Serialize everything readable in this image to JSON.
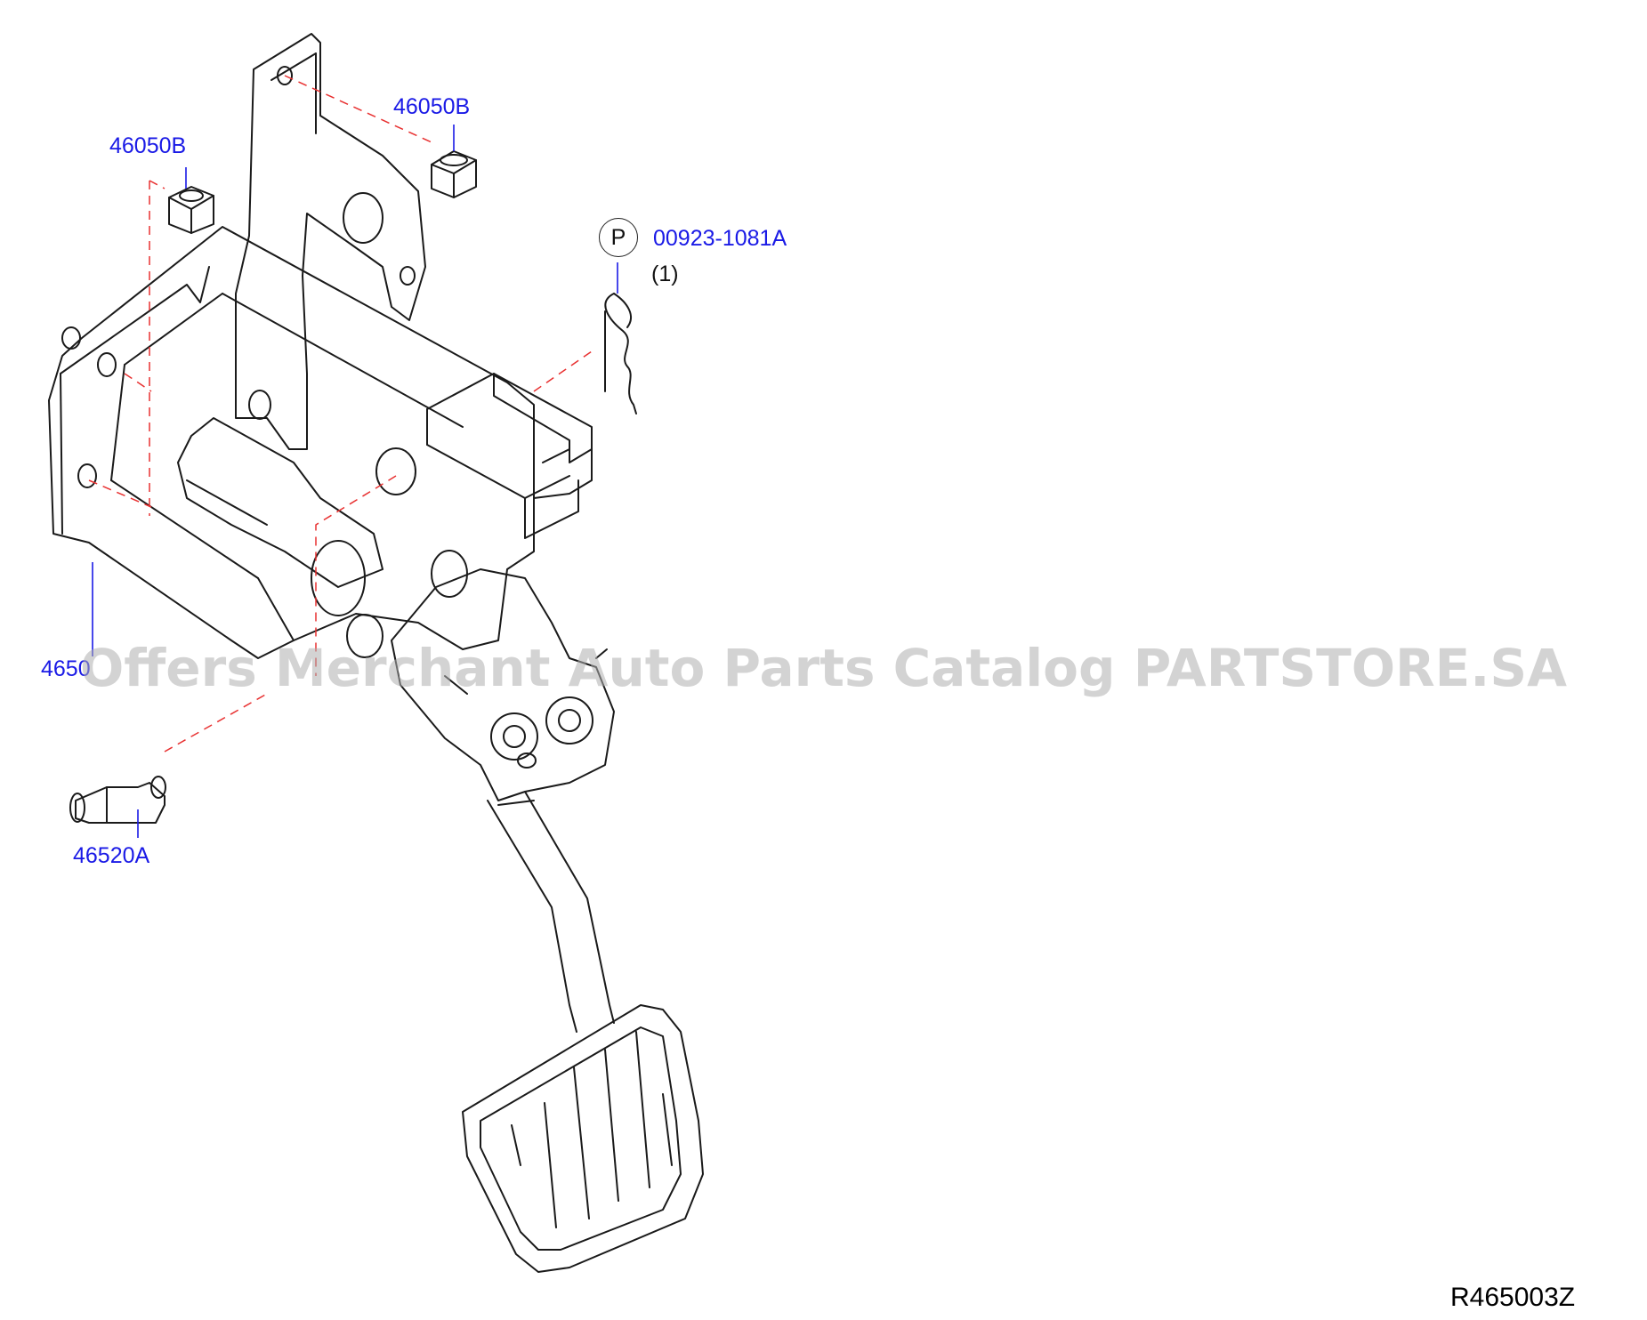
{
  "labels": {
    "nut_top": "46050B",
    "nut_left": "46050B",
    "pin_clip": "00923-1081A",
    "pin_clip_qty": "(1)",
    "pin_clip_badge": "P",
    "pedal_assembly": "4650",
    "stopper": "46520A"
  },
  "diagram_code": "R465003Z",
  "watermark": "Offers Merchant Auto Parts Catalog PARTSTORE.SA",
  "colors": {
    "label": "#1a1ae6",
    "leader": "#1a1ae6",
    "dashed_line": "#e83030",
    "outline": "#1a1a1a"
  }
}
